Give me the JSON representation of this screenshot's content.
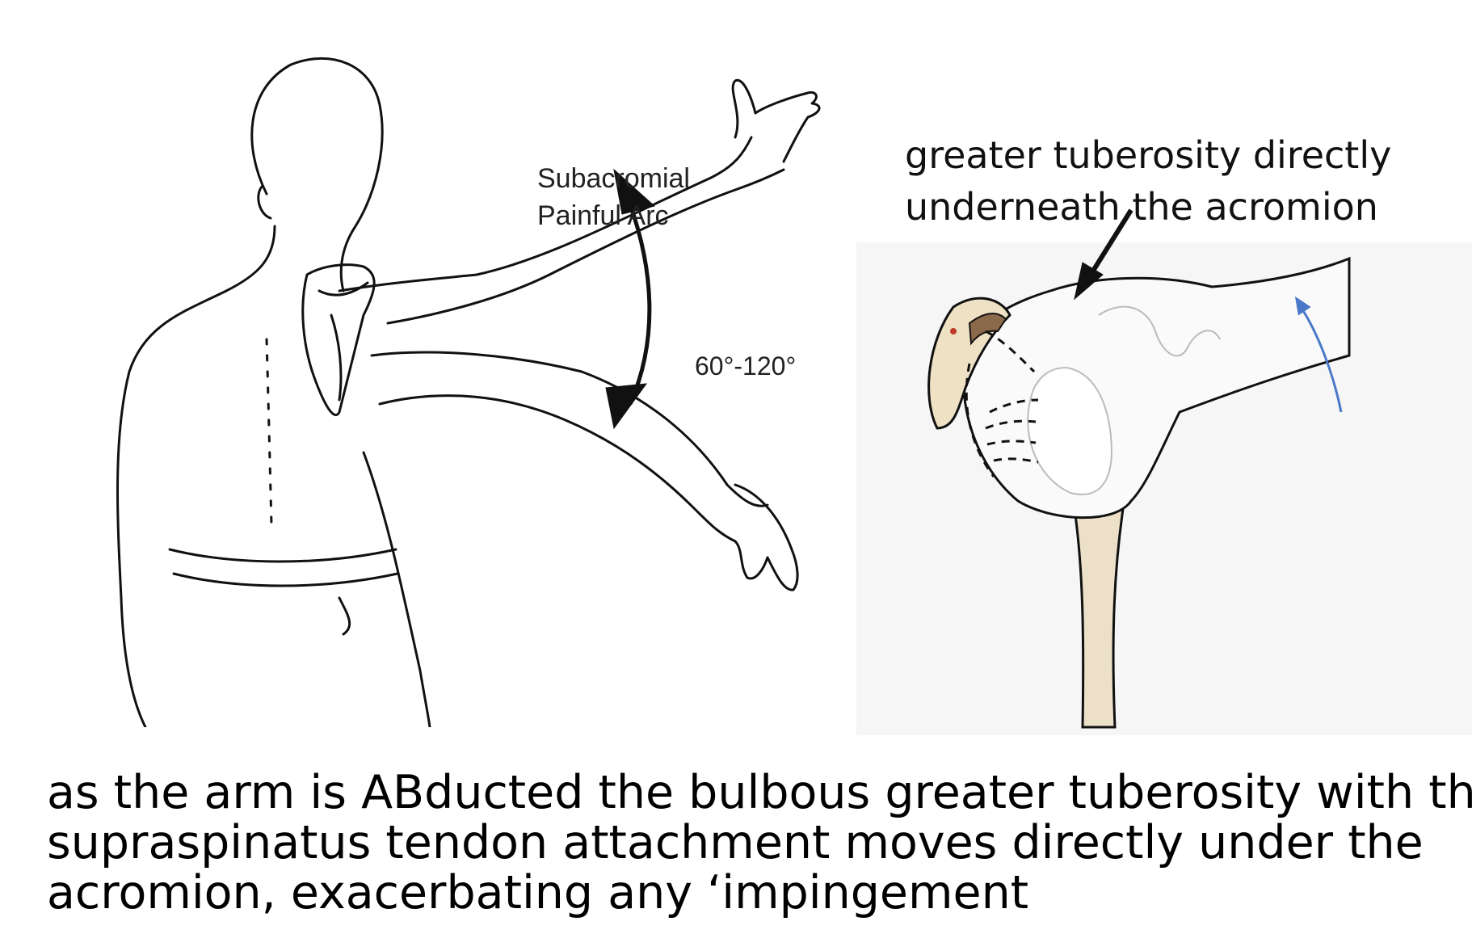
{
  "left_figure": {
    "arc_label_line1": "Subacromial",
    "arc_label_line2": "Painful Arc",
    "degree_label": "60°-120°"
  },
  "right_figure": {
    "callout_line1": "greater tuberosity directly",
    "callout_line2": "underneath the acromion"
  },
  "caption": {
    "line1": "as the arm is ABducted the bulbous greater tuberosity with the",
    "line2": "supraspinatus tendon attachment moves directly under the",
    "line3": "acromion, exacerbating any ‘impingement"
  },
  "colors": {
    "acromion_fill": "#efe2c4",
    "bone_fill": "#f7f7f7",
    "shaft_fill": "#ece1c8",
    "tendon_fill": "#8a6a4a",
    "rotation_arrow": "#4a78c8",
    "line": "#111111"
  }
}
